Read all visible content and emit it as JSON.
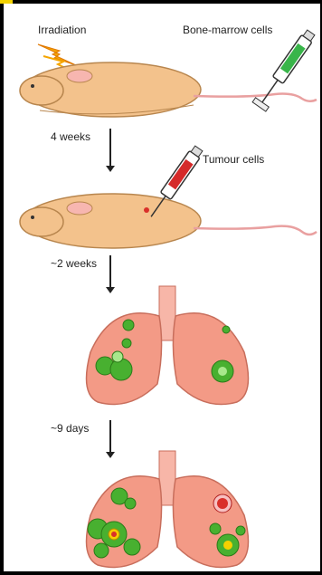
{
  "labels": {
    "irradiation": "Irradiation",
    "bone_marrow": "Bone-marrow cells",
    "tumour": "Tumour cells",
    "t1": "4 weeks",
    "t2": "~2 weeks",
    "t3": "~9 days"
  },
  "colors": {
    "mouse_body": "#f3c28c",
    "mouse_outline": "#b8864e",
    "lung": "#f39a86",
    "lung_dark": "#e0705c",
    "metastasis": "#48b030",
    "metastasis_light": "#a8e88c",
    "red_cells": "#d9302a",
    "syringe_green": "#39b54a",
    "syringe_red": "#d52a2a",
    "lightning": "#f5a500"
  },
  "icons": [
    "mouse-icon",
    "syringe-icon",
    "lightning-icon",
    "lungs-icon"
  ]
}
